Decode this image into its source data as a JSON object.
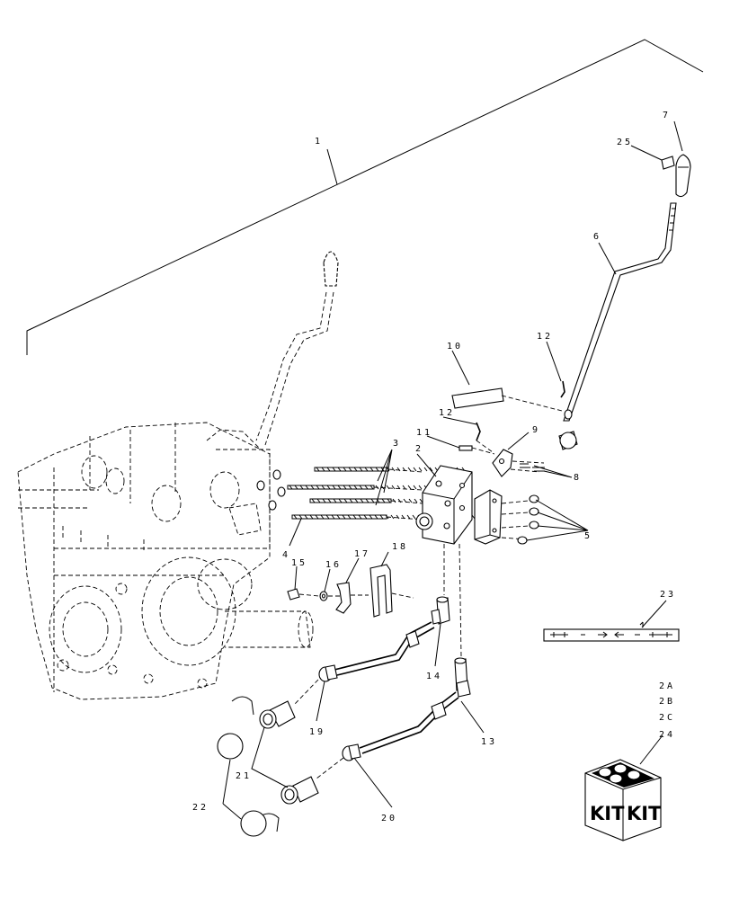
{
  "diagram": {
    "callouts": {
      "c1": "1",
      "c2": "2",
      "c3": "3",
      "c4": "4",
      "c5": "5",
      "c6": "6",
      "c7": "7",
      "c8": "8",
      "c9": "9",
      "c10": "10",
      "c11": "11",
      "c12a": "12",
      "c12b": "12",
      "c13": "13",
      "c14": "14",
      "c15": "15",
      "c16": "16",
      "c17": "17",
      "c18": "18",
      "c19": "19",
      "c20": "20",
      "c21": "21",
      "c22": "22",
      "c23": "23",
      "c24": "24",
      "c25": "25",
      "c2a": "2A",
      "c2b": "2B",
      "c2c": "2C"
    },
    "kit_box": {
      "left": "KIT",
      "right": "KIT"
    }
  }
}
